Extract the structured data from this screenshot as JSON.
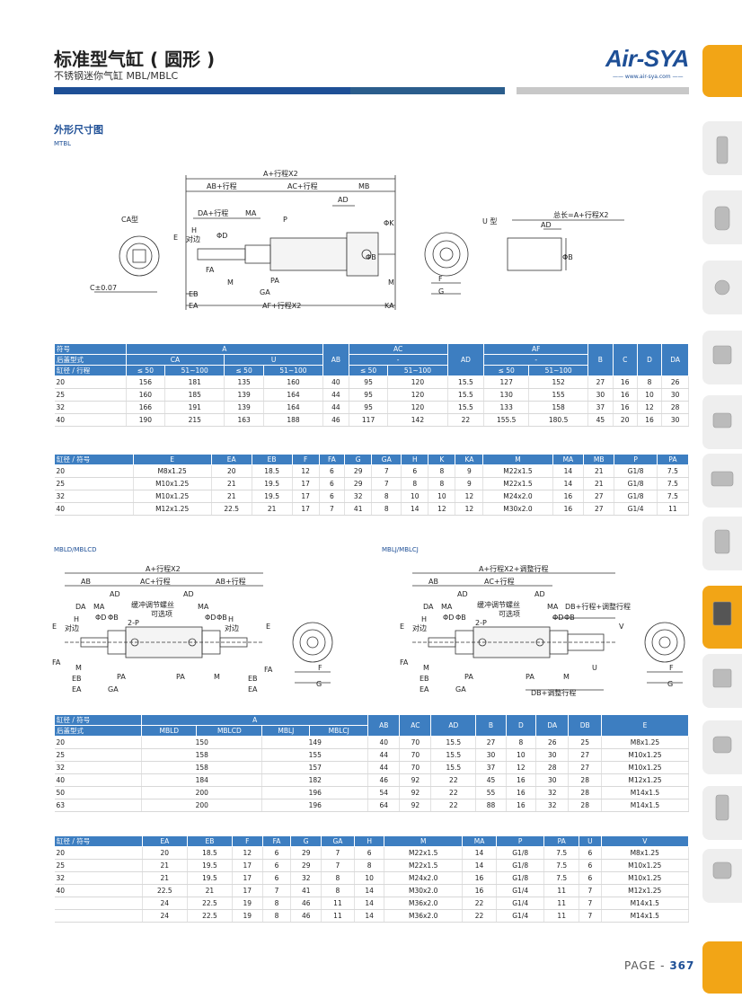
{
  "header": {
    "title": "标准型气缸 ( 圆形 )",
    "subtitle": "不锈钢迷你气缸 MBL/MBLC",
    "logo": "Air-SYA",
    "logo_url": "—— www.air-sya.com ——"
  },
  "section1": {
    "title": "外形尺寸图",
    "model": "MTBL"
  },
  "diagram1": {
    "labels": [
      "A+行程X2",
      "AB+行程",
      "AC+行程",
      "MB",
      "AD",
      "DA+行程",
      "MA",
      "P",
      "ΦK",
      "CA型",
      "H",
      "对边",
      "E",
      "ΦD",
      "FA",
      "ΦB",
      "M",
      "PA",
      "GA",
      "C±0.07",
      "EB",
      "EA",
      "AF+行程X2",
      "KA",
      "U 型",
      "总长=A+行程X2",
      "AD",
      "ΦB",
      "F",
      "G"
    ]
  },
  "table1": {
    "header_row1": [
      "符号",
      "A",
      "AB",
      "AC",
      "AD",
      "AF",
      "B",
      "C",
      "D",
      "DA"
    ],
    "header_row2": [
      "后盖型式",
      "CA",
      "U",
      "-",
      "-"
    ],
    "header_row3": [
      "缸径 / 行程",
      "≤ 50",
      "51~100",
      "≤ 50",
      "51~100",
      "≤ 50",
      "51~100",
      "≤ 50",
      "51~100"
    ],
    "rows": [
      [
        "20",
        "156",
        "181",
        "135",
        "160",
        "40",
        "95",
        "120",
        "15.5",
        "127",
        "152",
        "27",
        "16",
        "8",
        "26"
      ],
      [
        "25",
        "160",
        "185",
        "139",
        "164",
        "44",
        "95",
        "120",
        "15.5",
        "130",
        "155",
        "30",
        "16",
        "10",
        "30"
      ],
      [
        "32",
        "166",
        "191",
        "139",
        "164",
        "44",
        "95",
        "120",
        "15.5",
        "133",
        "158",
        "37",
        "16",
        "12",
        "28"
      ],
      [
        "40",
        "190",
        "215",
        "163",
        "188",
        "46",
        "117",
        "142",
        "22",
        "155.5",
        "180.5",
        "45",
        "20",
        "16",
        "30"
      ]
    ]
  },
  "table2": {
    "header": [
      "缸径 / 符号",
      "E",
      "EA",
      "EB",
      "F",
      "FA",
      "G",
      "GA",
      "H",
      "K",
      "KA",
      "M",
      "MA",
      "MB",
      "P",
      "PA"
    ],
    "rows": [
      [
        "20",
        "M8x1.25",
        "20",
        "18.5",
        "12",
        "6",
        "29",
        "7",
        "6",
        "8",
        "9",
        "M22x1.5",
        "14",
        "21",
        "G1/8",
        "7.5"
      ],
      [
        "25",
        "M10x1.25",
        "21",
        "19.5",
        "17",
        "6",
        "29",
        "7",
        "8",
        "8",
        "9",
        "M22x1.5",
        "14",
        "21",
        "G1/8",
        "7.5"
      ],
      [
        "32",
        "M10x1.25",
        "21",
        "19.5",
        "17",
        "6",
        "32",
        "8",
        "10",
        "10",
        "12",
        "M24x2.0",
        "16",
        "27",
        "G1/8",
        "7.5"
      ],
      [
        "40",
        "M12x1.25",
        "22.5",
        "21",
        "17",
        "7",
        "41",
        "8",
        "14",
        "12",
        "12",
        "M30x2.0",
        "16",
        "27",
        "G1/4",
        "11"
      ]
    ]
  },
  "section2": {
    "model_left": "MBLD/MBLCD",
    "model_right": "MBLJ/MBLCJ"
  },
  "diagram2": {
    "labels": [
      "A+行程X2",
      "AB",
      "AC+行程",
      "AB+行程",
      "AD",
      "AD",
      "DA",
      "MA",
      "缓冲调节螺丝",
      "可选项",
      "MA",
      "2-P",
      "E",
      "H",
      "对边",
      "ΦD",
      "ΦB",
      "ΦD",
      "ΦB",
      "H",
      "对边",
      "E",
      "FA",
      "M",
      "PA",
      "PA",
      "M",
      "EB",
      "EA",
      "GA",
      "EB",
      "EA",
      "FA",
      "F",
      "G"
    ]
  },
  "diagram3": {
    "labels": [
      "A+行程X2+调整行程",
      "AB",
      "AC+行程",
      "AD",
      "AD",
      "DA",
      "MA",
      "缓冲调节螺丝",
      "可选项",
      "MA",
      "DB+行程+调整行程",
      "2-P",
      "E",
      "H",
      "对边",
      "ΦD",
      "ΦB",
      "ΦD",
      "ΦB",
      "V",
      "FA",
      "M",
      "PA",
      "PA",
      "M",
      "U",
      "EB",
      "EA",
      "GA",
      "DB+调整行程",
      "F",
      "G"
    ]
  },
  "table3": {
    "header_row1": [
      "缸径 / 符号",
      "A",
      "AB",
      "AC",
      "AD",
      "B",
      "D",
      "DA",
      "DB",
      "E"
    ],
    "header_row2": [
      "后盖型式",
      "MBLD",
      "MBLCD",
      "MBLJ",
      "MBLCJ"
    ],
    "rows": [
      [
        "20",
        "150",
        "149",
        "40",
        "70",
        "15.5",
        "27",
        "8",
        "26",
        "25",
        "M8x1.25"
      ],
      [
        "25",
        "158",
        "155",
        "44",
        "70",
        "15.5",
        "30",
        "10",
        "30",
        "27",
        "M10x1.25"
      ],
      [
        "32",
        "158",
        "157",
        "44",
        "70",
        "15.5",
        "37",
        "12",
        "28",
        "27",
        "M10x1.25"
      ],
      [
        "40",
        "184",
        "182",
        "46",
        "92",
        "22",
        "45",
        "16",
        "30",
        "28",
        "M12x1.25"
      ],
      [
        "50",
        "200",
        "196",
        "54",
        "92",
        "22",
        "55",
        "16",
        "32",
        "28",
        "M14x1.5"
      ],
      [
        "63",
        "200",
        "196",
        "64",
        "92",
        "22",
        "88",
        "16",
        "32",
        "28",
        "M14x1.5"
      ]
    ]
  },
  "table4": {
    "header": [
      "缸径 / 符号",
      "EA",
      "EB",
      "F",
      "FA",
      "G",
      "GA",
      "H",
      "M",
      "MA",
      "P",
      "PA",
      "U",
      "V"
    ],
    "rows": [
      [
        "20",
        "20",
        "18.5",
        "12",
        "6",
        "29",
        "7",
        "6",
        "M22x1.5",
        "14",
        "G1/8",
        "7.5",
        "6",
        "M8x1.25"
      ],
      [
        "25",
        "21",
        "19.5",
        "17",
        "6",
        "29",
        "7",
        "8",
        "M22x1.5",
        "14",
        "G1/8",
        "7.5",
        "6",
        "M10x1.25"
      ],
      [
        "32",
        "21",
        "19.5",
        "17",
        "6",
        "32",
        "8",
        "10",
        "M24x2.0",
        "16",
        "G1/8",
        "7.5",
        "6",
        "M10x1.25"
      ],
      [
        "40",
        "22.5",
        "21",
        "17",
        "7",
        "41",
        "8",
        "14",
        "M30x2.0",
        "16",
        "G1/4",
        "11",
        "7",
        "M12x1.25"
      ],
      [
        "",
        "24",
        "22.5",
        "19",
        "8",
        "46",
        "11",
        "14",
        "M36x2.0",
        "22",
        "G1/4",
        "11",
        "7",
        "M14x1.5"
      ],
      [
        "",
        "24",
        "22.5",
        "19",
        "8",
        "46",
        "11",
        "14",
        "M36x2.0",
        "22",
        "G1/4",
        "11",
        "7",
        "M14x1.5"
      ]
    ]
  },
  "footer": {
    "page_prefix": "PAGE - ",
    "page_number": "367"
  },
  "colors": {
    "brand": "#1e4f96",
    "table_header": "#3d7ec1",
    "accent_tab": "#f2a516"
  }
}
